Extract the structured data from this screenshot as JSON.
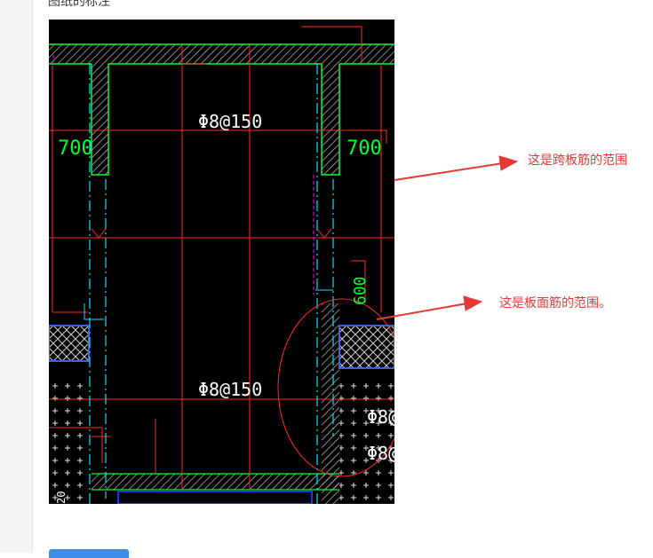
{
  "post": {
    "cut_heading": "图纸的标注"
  },
  "drawing": {
    "dim_700_left": "700",
    "dim_700_right": "700",
    "dim_600": "600",
    "rebar_top": "Φ8@150",
    "rebar_mid": "Φ8@150",
    "rebar_side_1": "Φ8@",
    "rebar_side_2": "Φ8@",
    "edge_mark": "20"
  },
  "annotations": {
    "span_rebar_note": "这是跨板筋的范围",
    "face_rebar_note": "这是板面筋的范围。"
  },
  "colors": {
    "annotation_red": "#e53935",
    "cad_background": "#000000",
    "wall_green": "#00ff33",
    "wall_hatch": "#bfbfbf",
    "rebar_red": "#ff2a2a",
    "axis_cyan": "#00e5ff",
    "magenta": "#ff00ff",
    "blue_zone": "#1a35ff",
    "button_blue": "#3c8ee8"
  }
}
